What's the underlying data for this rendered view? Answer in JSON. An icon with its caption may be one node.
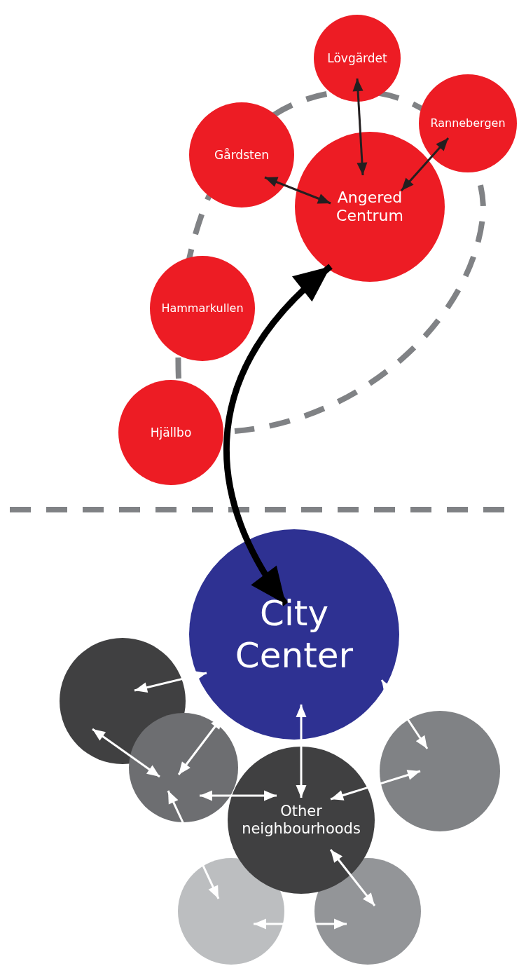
{
  "diagram": {
    "nodes": [
      {
        "text": [
          "Lövgärdet"
        ]
      },
      {
        "text": [
          "Rannebergen"
        ]
      },
      {
        "text": [
          "Gårdsten"
        ]
      },
      {
        "text": [
          "Angered Centrum"
        ]
      },
      {
        "text": [
          "Hammarkullen"
        ]
      },
      {
        "text": [
          "Hjällbo"
        ]
      },
      {
        "text": [
          "City Center"
        ]
      },
      {
        "text": [],
        "shape": "circle"
      },
      {
        "text": [],
        "shape": "circle"
      },
      {
        "text": [],
        "shape": "circle"
      },
      {
        "text": [
          "Other neighbourhoods"
        ]
      },
      {
        "text": [],
        "shape": "circle"
      },
      {
        "text": [],
        "shape": "circle"
      }
    ],
    "edges": [
      {
        "from": 2,
        "to": 3,
        "arrow": "both",
        "color": "#231f20"
      },
      {
        "from": 0,
        "to": 3,
        "arrow": "both",
        "color": "#231f20"
      },
      {
        "from": 1,
        "to": 3,
        "arrow": "both",
        "color": "#231f20"
      },
      {
        "from": 3,
        "to": 6,
        "arrow": "both",
        "style": "thick",
        "color": "#000000"
      },
      {
        "from": 7,
        "to": 6,
        "arrow": "both"
      },
      {
        "from": 7,
        "to": 8,
        "arrow": "both"
      },
      {
        "from": 8,
        "to": 6,
        "arrow": "both"
      },
      {
        "from": 8,
        "to": 10,
        "arrow": "both"
      },
      {
        "from": 6,
        "to": 10,
        "arrow": "both"
      },
      {
        "from": 9,
        "to": 6,
        "arrow": "both"
      },
      {
        "from": 9,
        "to": 10,
        "arrow": "both"
      },
      {
        "from": 8,
        "to": 11,
        "arrow": "both"
      },
      {
        "from": 10,
        "to": 12,
        "arrow": "both"
      },
      {
        "from": 11,
        "to": 12,
        "arrow": "both"
      }
    ]
  }
}
